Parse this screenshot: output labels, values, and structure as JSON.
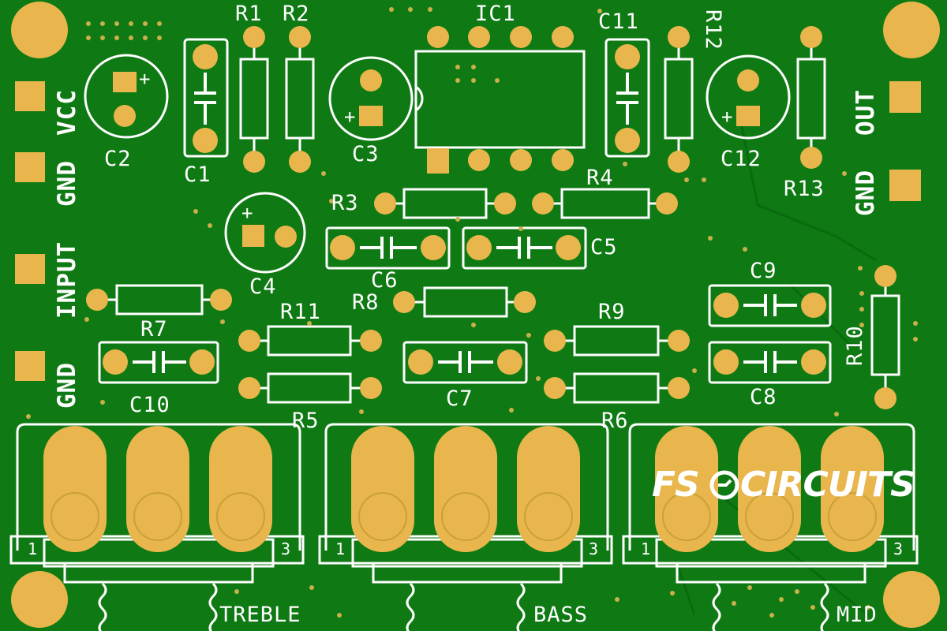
{
  "colors": {
    "board": "#0f7a14",
    "trace": "#0a6a0f",
    "pad": "#e8b64c",
    "silk": "#ffffff",
    "via": "#c9b04a"
  },
  "components": {
    "r1": "R1",
    "r2": "R2",
    "r3": "R3",
    "r4": "R4",
    "r5": "R5",
    "r6": "R6",
    "r7": "R7",
    "r8": "R8",
    "r9": "R9",
    "r10": "R10",
    "r11": "R11",
    "r12": "R12",
    "r13": "R13",
    "c1": "C1",
    "c2": "C2",
    "c3": "C3",
    "c4": "C4",
    "c5": "C5",
    "c6": "C6",
    "c7": "C7",
    "c8": "C8",
    "c9": "C9",
    "c10": "C10",
    "c11": "C11",
    "c12": "C12",
    "ic1": "IC1"
  },
  "connectors": {
    "left": {
      "vcc": "VCC",
      "gnd_top": "GND",
      "input": "INPUT",
      "gnd_bottom": "GND"
    },
    "right": {
      "out": "OUT",
      "gnd": "GND"
    }
  },
  "pots": [
    {
      "name": "TREBLE",
      "pin1": "1",
      "pin3": "3"
    },
    {
      "name": "BASS",
      "pin1": "1",
      "pin3": "3"
    },
    {
      "name": "MID",
      "pin1": "1",
      "pin3": "3"
    }
  ],
  "polarity": "+",
  "logo": {
    "left": "FS",
    "right": "CIRCUITS"
  }
}
